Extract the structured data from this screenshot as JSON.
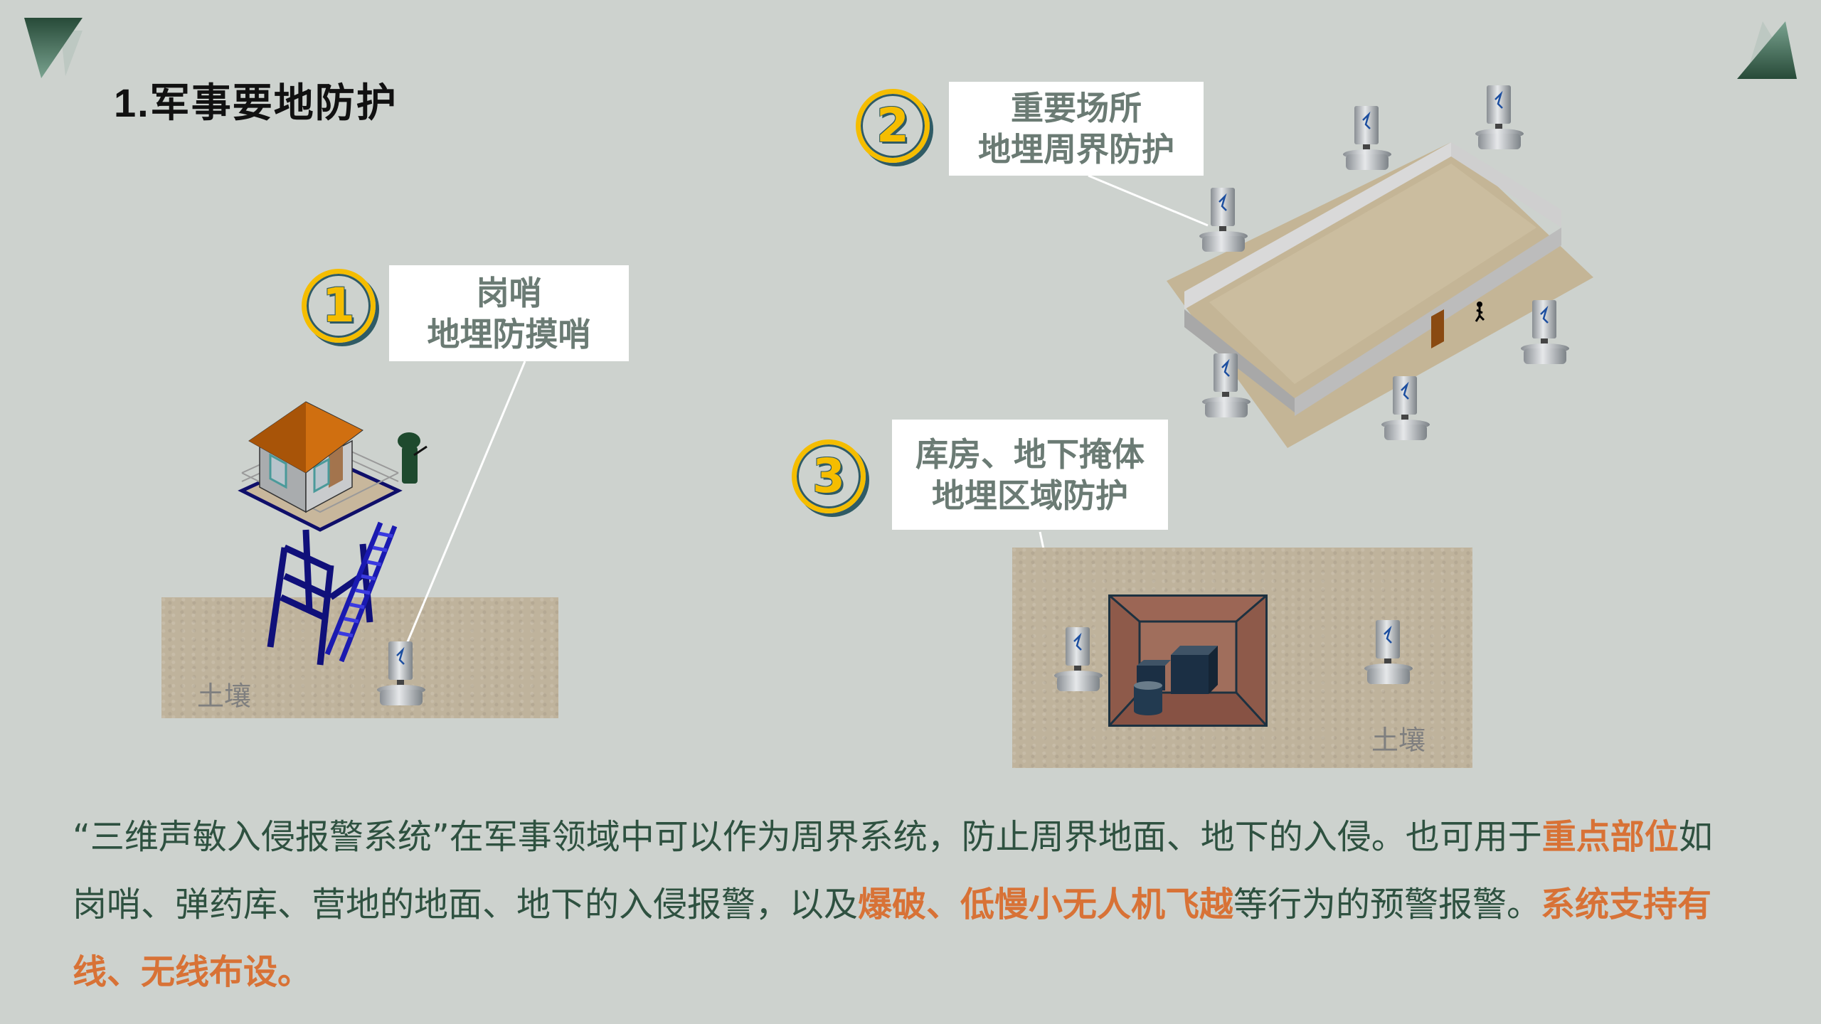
{
  "page": {
    "title": "1.军事要地防护",
    "background_color": "#cdd2ce"
  },
  "scenes": [
    {
      "number": "1",
      "label_line1": "岗哨",
      "label_line2": "地埋防摸哨",
      "soil_label": "土壤",
      "illustration": "guard-tower-with-buried-sensor"
    },
    {
      "number": "2",
      "label_line1": "重要场所",
      "label_line2": "地埋周界防护",
      "illustration": "walled-compound-with-perimeter-sensors"
    },
    {
      "number": "3",
      "label_line1": "库房、地下掩体",
      "label_line2": "地埋区域防护",
      "soil_label": "土壤",
      "illustration": "underground-bunker-with-sensors"
    }
  ],
  "description": {
    "seg1": "“三维声敏入侵报警系统”在军事领域中可以作为周界系统，防止周界地面、地下的入侵。也可用于",
    "hl1": "重点部位",
    "seg2": "如岗哨、弹药库、营地的地面、地下的入侵报警，以及",
    "hl2": "爆破、低慢小无人机飞越",
    "seg3": "等行为的预警报警。",
    "hl3": "系统支持有线、无线布设。"
  },
  "colors": {
    "accent_orange": "#d87236",
    "body_text": "#2e5140",
    "badge_yellow": "#f5bd00",
    "badge_shadow": "#2f5b65",
    "label_text": "#6b7b74",
    "corner_green": "#2f5a45"
  }
}
